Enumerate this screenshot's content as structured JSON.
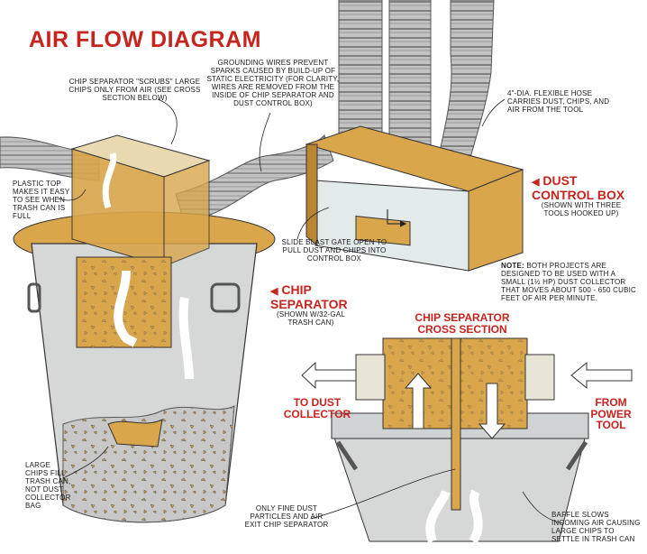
{
  "title": "AIR FLOW DIAGRAM",
  "labels": {
    "chip_sep_scrubs": "CHIP SEPARATOR \"SCRUBS\" LARGE CHIPS ONLY FROM AIR (SEE CROSS SECTION BELOW)",
    "grounding_wires": "GROUNDING WIRES PREVENT SPARKS CAUSED BY BUILD-UP OF STATIC ELECTRICITY (FOR CLARITY, WIRES ARE REMOVED FROM THE INSIDE OF CHIP SEPARATOR AND DUST CONTROL BOX)",
    "flexible_hose": "4\"-DIA. FLEXIBLE HOSE CARRIES DUST, CHIPS, AND AIR FROM THE TOOL",
    "plastic_top": "PLASTIC TOP MAKES IT EASY TO SEE WHEN TRASH CAN IS FULL",
    "dust_control_box_title": "DUST CONTROL BOX",
    "dust_control_box_sub": "(SHOWN WITH THREE TOOLS HOOKED UP)",
    "blast_gate": "SLIDE BLAST GATE OPEN TO PULL DUST AND CHIPS INTO CONTROL BOX",
    "note_label": "NOTE:",
    "note_text": "BOTH PROJECTS ARE DESIGNED TO BE USED WITH A SMALL (1½ HP) DUST COLLECTOR THAT MOVES ABOUT 500 - 650 CUBIC FEET OF AIR PER MINUTE.",
    "chip_separator_title": "CHIP SEPARATOR",
    "chip_separator_sub": "(SHOWN W/32-GAL TRASH CAN)",
    "cross_section_title": "CHIP SEPARATOR CROSS SECTION",
    "to_dust_collector": "TO DUST COLLECTOR",
    "from_power_tool": "FROM POWER TOOL",
    "large_chips": "LARGE CHIPS FILL TRASH CAN, NOT DUST COLLECTOR BAG",
    "fine_dust": "ONLY FINE DUST PARTICLES AND AIR EXIT CHIP SEPARATOR",
    "baffle": "BAFFLE SLOWS INCOMING AIR CAUSING LARGE CHIPS TO SETTLE IN TRASH CAN"
  },
  "colors": {
    "accent_red": "#c8241e",
    "wood": "#d9a64c",
    "wood_dark": "#b98532",
    "hose": "#b9b9b9",
    "can": "#d6d8d8",
    "box_window": "#e3eaea"
  }
}
